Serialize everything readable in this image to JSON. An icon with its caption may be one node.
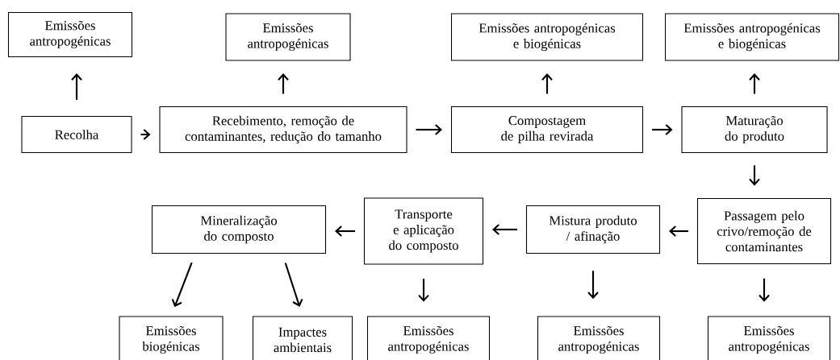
{
  "diagram": {
    "nodes": [
      {
        "text": [
          "Emissões antropogénicas"
        ]
      },
      {
        "text": [
          "Emissões antropogénicas"
        ]
      },
      {
        "text": [
          "Emissões antropogénicas e biogénicas"
        ]
      },
      {
        "text": [
          "Emissões antropogénicas e biogénicas"
        ]
      },
      {
        "text": [
          "Recolha"
        ]
      },
      {
        "text": [
          "Recebimento, remoção de contaminantes, redução do tamanho"
        ]
      },
      {
        "text": [
          "Compostagem de pilha revirada"
        ]
      },
      {
        "text": [
          "Maturação do produto"
        ]
      },
      {
        "text": [
          "Passagem pelo crivo/remoção de contaminantes"
        ]
      },
      {
        "text": [
          "Mistura produto / afinação"
        ]
      },
      {
        "text": [
          "Transporte e aplicação do composto"
        ]
      },
      {
        "text": [
          "Mineralização do composto"
        ]
      },
      {
        "text": [
          "Emissões biogénicas"
        ]
      },
      {
        "text": [
          "Impactes ambientais"
        ]
      },
      {
        "text": [
          "Emissões antropogénicas"
        ]
      },
      {
        "text": [
          "Emissões antropogénicas"
        ]
      },
      {
        "text": [
          "Emissões antropogénicas"
        ]
      }
    ],
    "edges": [
      {
        "from": 4,
        "to": 0,
        "arrow": "to"
      },
      {
        "from": 5,
        "to": 1,
        "arrow": "to"
      },
      {
        "from": 6,
        "to": 2,
        "arrow": "to"
      },
      {
        "from": 7,
        "to": 3,
        "arrow": "to"
      },
      {
        "from": 4,
        "to": 5,
        "arrow": "to"
      },
      {
        "from": 5,
        "to": 6,
        "arrow": "to"
      },
      {
        "from": 6,
        "to": 7,
        "arrow": "to"
      },
      {
        "from": 7,
        "to": 8,
        "arrow": "to"
      },
      {
        "from": 8,
        "to": 9,
        "arrow": "to"
      },
      {
        "from": 9,
        "to": 10,
        "arrow": "to"
      },
      {
        "from": 10,
        "to": 11,
        "arrow": "to"
      },
      {
        "from": 11,
        "to": 12,
        "arrow": "to"
      },
      {
        "from": 11,
        "to": 13,
        "arrow": "to"
      },
      {
        "from": 10,
        "to": 14,
        "arrow": "to"
      },
      {
        "from": 9,
        "to": 15,
        "arrow": "to"
      },
      {
        "from": 8,
        "to": 16,
        "arrow": "to"
      }
    ]
  }
}
